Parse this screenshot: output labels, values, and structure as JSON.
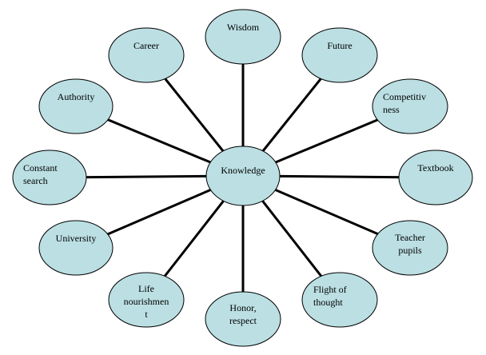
{
  "title": "Knowledge association map",
  "colors": {
    "node_fill": "#BBDFE3",
    "node_stroke": "#000000",
    "edge": "#000000",
    "background": "#FFFFFF"
  },
  "center": {
    "id": "knowledge",
    "lines": [
      "Knowledge"
    ]
  },
  "nodes": [
    {
      "id": "wisdom",
      "lines": [
        "Wisdom"
      ]
    },
    {
      "id": "future",
      "lines": [
        "Future"
      ]
    },
    {
      "id": "competitiveness",
      "lines": [
        "Competitiv",
        "ness"
      ]
    },
    {
      "id": "textbook",
      "lines": [
        "Textbook"
      ]
    },
    {
      "id": "teacher-pupils",
      "lines": [
        "Teacher",
        "pupils"
      ]
    },
    {
      "id": "flight-of-thought",
      "lines": [
        "Flight of",
        "thought"
      ]
    },
    {
      "id": "honor-respect",
      "lines": [
        "Honor,",
        "respect"
      ]
    },
    {
      "id": "life-nourishment",
      "lines": [
        "Life",
        "nourishmen",
        "t"
      ]
    },
    {
      "id": "university",
      "lines": [
        "University"
      ]
    },
    {
      "id": "constant-search",
      "lines": [
        "Constant",
        "search"
      ]
    },
    {
      "id": "authority",
      "lines": [
        "Authority"
      ]
    },
    {
      "id": "career",
      "lines": [
        "Career"
      ]
    }
  ]
}
